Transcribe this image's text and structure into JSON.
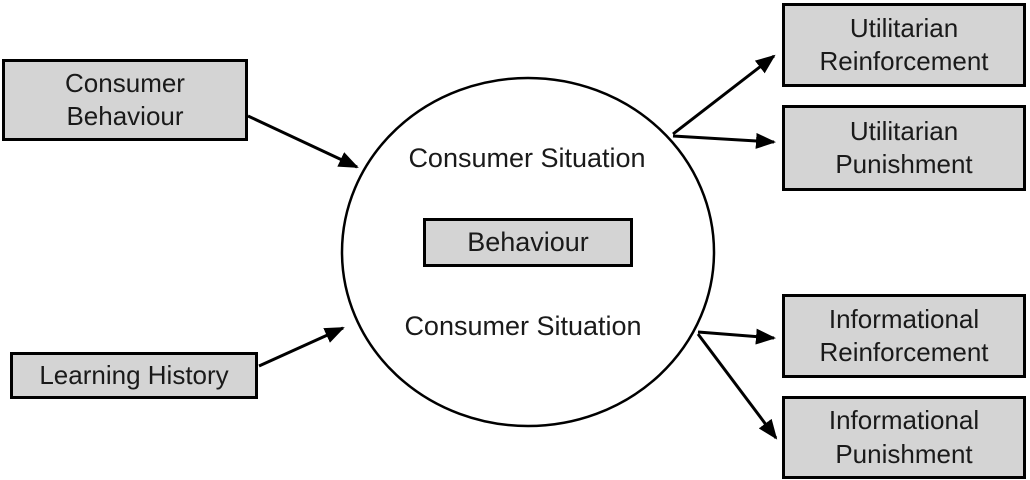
{
  "diagram": {
    "kind": "flow-diagram",
    "colors": {
      "background": "#ffffff",
      "box_fill": "#d4d4d4",
      "box_border": "#000000",
      "arrow": "#000000",
      "circle_stroke": "#000000"
    },
    "nodes": {
      "consumer_behaviour": {
        "line1": "Consumer",
        "line2": "Behaviour"
      },
      "learning_history": {
        "label": "Learning History"
      },
      "consumer_situation_top": {
        "label": "Consumer Situation"
      },
      "behaviour": {
        "label": "Behaviour"
      },
      "consumer_situation_bottom": {
        "label": "Consumer Situation"
      },
      "utilitarian_reinforcement": {
        "line1": "Utilitarian",
        "line2": "Reinforcement"
      },
      "utilitarian_punishment": {
        "line1": "Utilitarian",
        "line2": "Punishment"
      },
      "informational_reinforcement": {
        "line1": "Informational",
        "line2": "Reinforcement"
      },
      "informational_punishment": {
        "line1": "Informational",
        "line2": "Punishment"
      }
    },
    "edges": [
      {
        "from": "Consumer Behaviour",
        "to": "Consumer Situation"
      },
      {
        "from": "Learning History",
        "to": "Consumer Situation"
      },
      {
        "from": "Consumer Situation",
        "to": "Utilitarian Reinforcement"
      },
      {
        "from": "Consumer Situation",
        "to": "Utilitarian Punishment"
      },
      {
        "from": "Consumer Situation",
        "to": "Informational Reinforcement"
      },
      {
        "from": "Consumer Situation",
        "to": "Informational Punishment"
      }
    ]
  }
}
